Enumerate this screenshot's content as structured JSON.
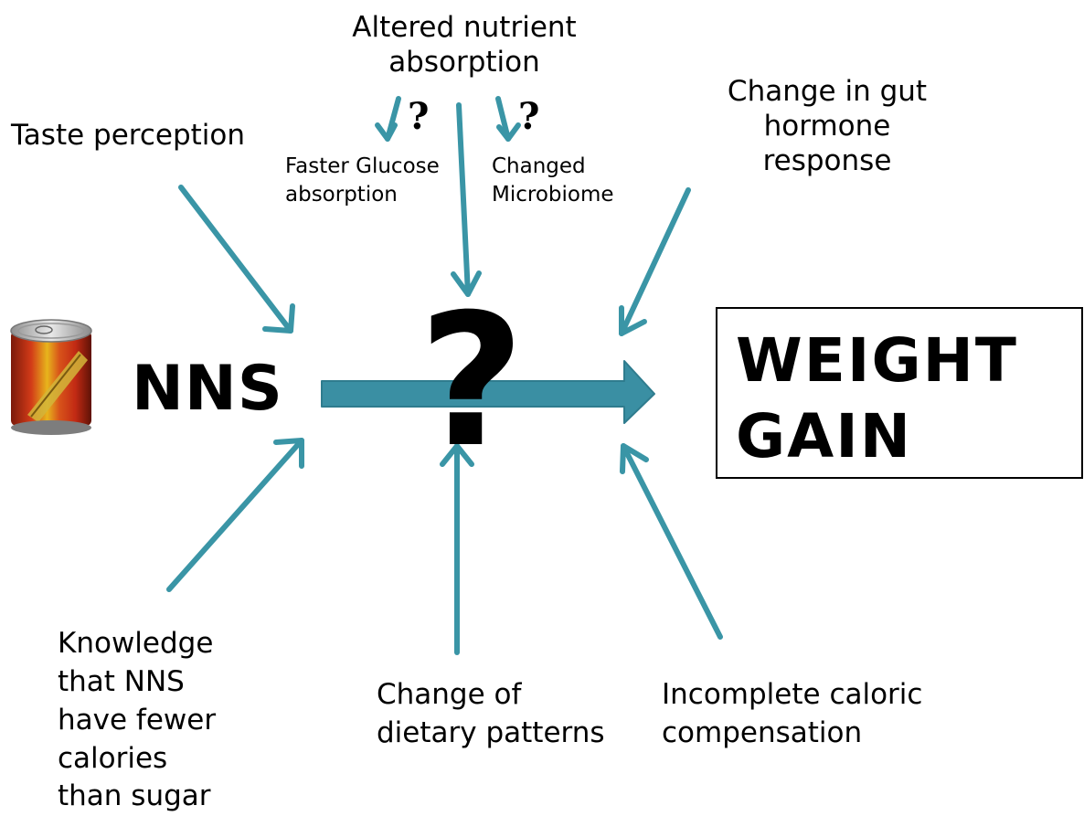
{
  "center": {
    "source_label": "NNS",
    "target_label_lines": [
      "WEIGHT",
      "GAIN"
    ],
    "unknown_mark": "?"
  },
  "factors": {
    "taste": "Taste perception",
    "absorption": [
      "Altered nutrient",
      "absorption"
    ],
    "glucose": [
      "Faster Glucose",
      "absorption"
    ],
    "microbiome": [
      "Changed",
      "Microbiome"
    ],
    "uncertain_mark": "?",
    "hormone": [
      "Change in gut hormone",
      "response"
    ],
    "knowledge": [
      "Knowledge",
      "that NNS",
      "have fewer",
      "calories",
      "than sugar"
    ],
    "dietary": [
      "Change of",
      "dietary patterns"
    ],
    "compensation": [
      "Incomplete caloric",
      "compensation"
    ]
  },
  "icons": {
    "can": "soda-can-icon"
  },
  "colors": {
    "arrow": "#3a95a6",
    "arrow_fill": "#3a8fa3",
    "text": "#000000",
    "can_red": "#d23a18",
    "can_yellow": "#e7b51c"
  }
}
